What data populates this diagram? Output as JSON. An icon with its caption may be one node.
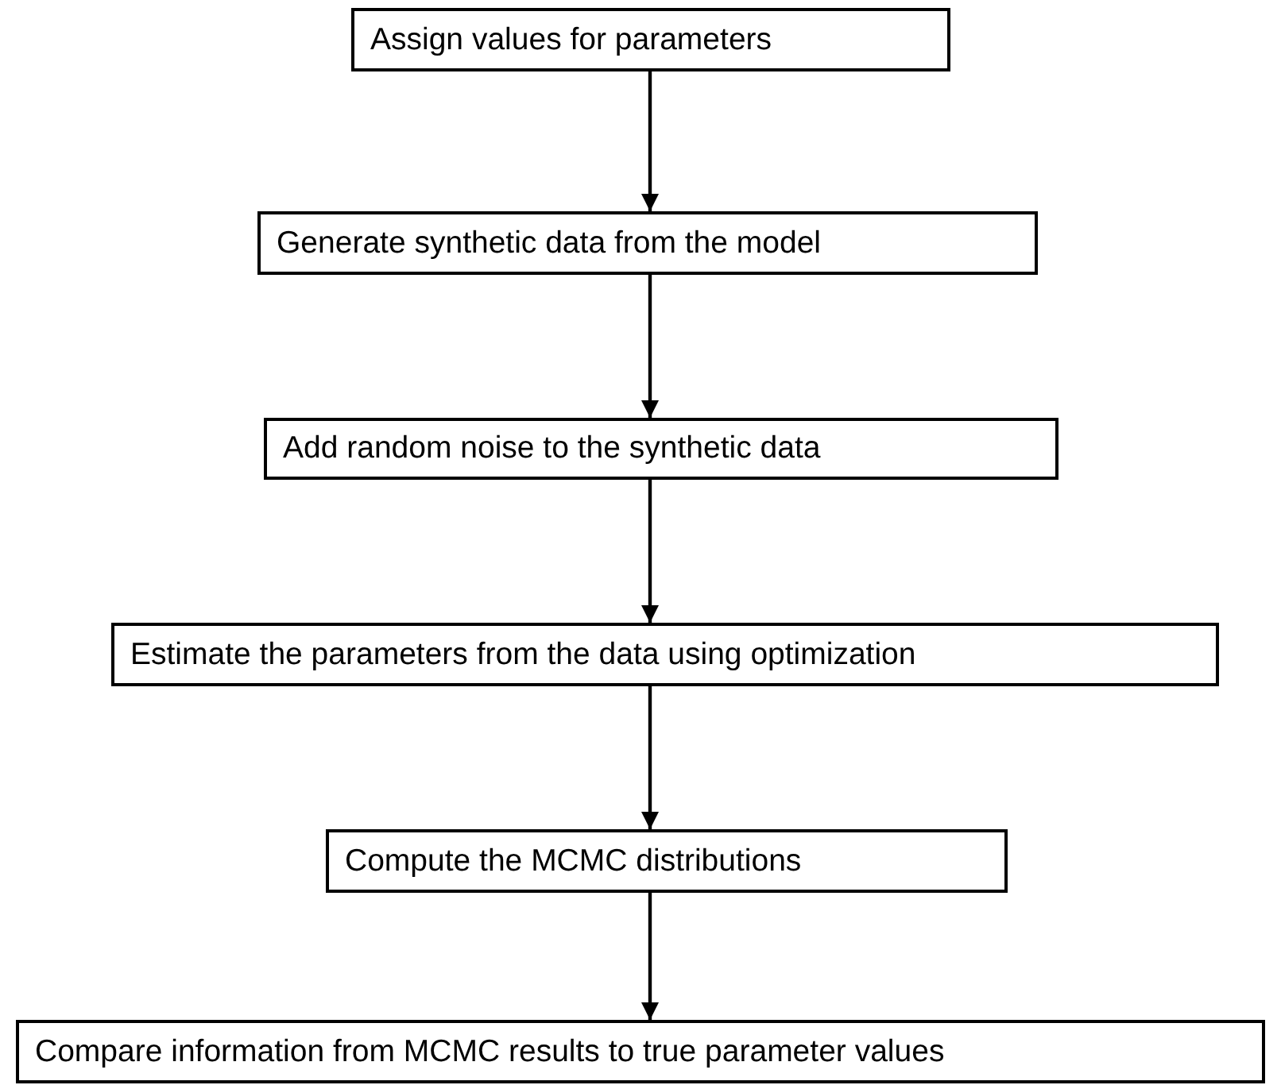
{
  "diagram": {
    "nodes": [
      {
        "text": [
          "Assign values for parameters"
        ]
      },
      {
        "text": [
          "Generate synthetic data from the model"
        ]
      },
      {
        "text": [
          "Add random noise to the synthetic data"
        ]
      },
      {
        "text": [
          "Estimate the parameters from the data using optimization"
        ]
      },
      {
        "text": [
          "Compute the MCMC distributions"
        ]
      },
      {
        "text": [
          "Compare information from MCMC results to true parameter values"
        ]
      }
    ],
    "edges": [
      {
        "from": 0,
        "to": 1,
        "arrow": "to"
      },
      {
        "from": 1,
        "to": 2,
        "arrow": "to"
      },
      {
        "from": 2,
        "to": 3,
        "arrow": "to"
      },
      {
        "from": 3,
        "to": 4,
        "arrow": "to"
      },
      {
        "from": 4,
        "to": 5,
        "arrow": "to"
      }
    ]
  }
}
